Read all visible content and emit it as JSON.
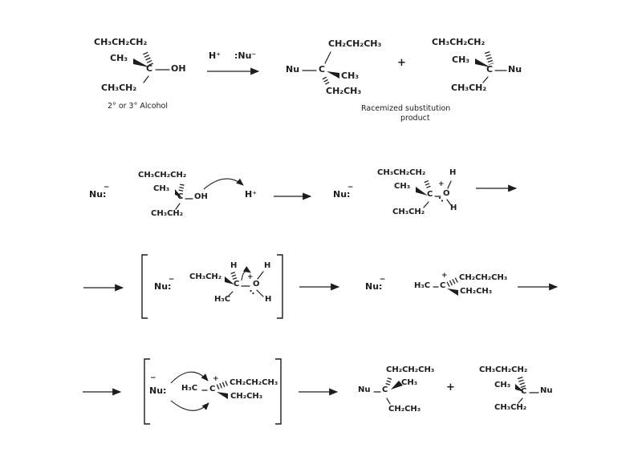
{
  "colors": {
    "ink": "#1d1d1d",
    "background": "#ffffff"
  },
  "overall_reaction": {
    "reactant": {
      "propyl": "CH₃CH₂CH₂",
      "methyl": "CH₃",
      "stereocenter": "C",
      "hydroxyl": "OH",
      "ethyl": "CH₃CH₂",
      "caption": "2° or 3° Alcohol"
    },
    "conditions": {
      "acid": "H⁺",
      "nucleophile": ":Nu⁻"
    },
    "product_retention": {
      "nucleophile": "Nu",
      "stereocenter": "C",
      "propyl": "CH₂CH₂CH₃",
      "methyl": "CH₃",
      "ethyl": "CH₂CH₃"
    },
    "plus_sign": "+",
    "product_inversion": {
      "propyl": "CH₃CH₂CH₂",
      "methyl": "CH₃",
      "stereocenter": "C",
      "nucleophile": "Nu",
      "ethyl": "CH₃CH₂"
    },
    "caption_line1": "Racemized substitution",
    "caption_line2": "product"
  },
  "protonation_step": {
    "nucleophile": {
      "symbol": "Nu:",
      "charge": "−"
    },
    "alcohol": {
      "propyl": "CH₃CH₂CH₂",
      "methyl": "CH₃",
      "stereocenter": "C",
      "hydroxyl": "OH",
      "ethyl": "CH₃CH₂"
    },
    "proton": "H⁺",
    "nucleophile_2": {
      "symbol": "Nu:",
      "charge": "−"
    },
    "oxonium": {
      "propyl": "CH₃CH₂CH₂",
      "methyl": "CH₃",
      "stereocenter": "C",
      "oxygen": "O",
      "charge": "+",
      "h_upper": "H",
      "h_lower": "H",
      "ethyl": "CH₃CH₂"
    }
  },
  "ionization_step": {
    "nucleophile": {
      "symbol": "Nu:",
      "charge": "−"
    },
    "transition_state": {
      "ethyl": "CH₃CH₂",
      "h_apex": "H",
      "stereocenter": "C",
      "oxygen": "O",
      "charge": "+",
      "h_upper": "H",
      "h_lower": "H",
      "methyl": "H₃C"
    },
    "nucleophile_2": {
      "symbol": "Nu:",
      "charge": "−"
    },
    "carbocation": {
      "methyl": "H₃C",
      "stereocenter": "C",
      "charge": "+",
      "propyl": "CH₂CH₂CH₃",
      "ethyl": "CH₂CH₃"
    }
  },
  "attack_step": {
    "nucleophile": {
      "symbol": "Nu:",
      "charge": "−"
    },
    "carbocation": {
      "methyl": "H₃C",
      "stereocenter": "C",
      "charge": "+",
      "propyl": "CH₂CH₂CH₃",
      "ethyl": "CH₂CH₃"
    },
    "product_a": {
      "nucleophile": "Nu",
      "stereocenter": "C",
      "propyl": "CH₂CH₂CH₃",
      "methyl": "CH₃",
      "ethyl": "CH₂CH₃"
    },
    "plus_sign": "+",
    "product_b": {
      "propyl": "CH₃CH₂CH₂",
      "methyl": "CH₃",
      "stereocenter": "C",
      "nucleophile": "Nu",
      "ethyl": "CH₃CH₂"
    }
  }
}
